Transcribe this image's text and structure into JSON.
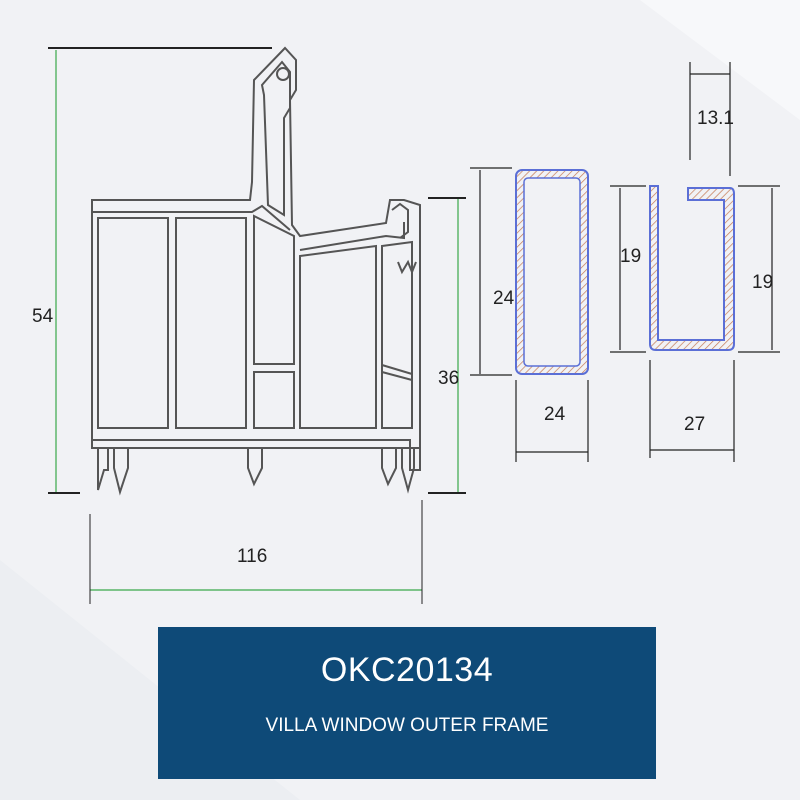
{
  "product": {
    "code": "OKC20134",
    "name": "VILLA WINDOW OUTER FRAME"
  },
  "dimensions": {
    "frame_height": "54",
    "frame_width": "116",
    "frame_depth_right": "36",
    "steel_square_height": "24",
    "steel_square_width": "24",
    "steel_u_height_left": "19",
    "steel_u_height_right": "19",
    "steel_u_width": "27",
    "steel_u_opening": "13.1"
  },
  "colors": {
    "background": "#f1f2f5",
    "title_box": "#0e4a78",
    "steel_outline": "#5b6fd6",
    "dimension_line": "#3aa84a"
  }
}
